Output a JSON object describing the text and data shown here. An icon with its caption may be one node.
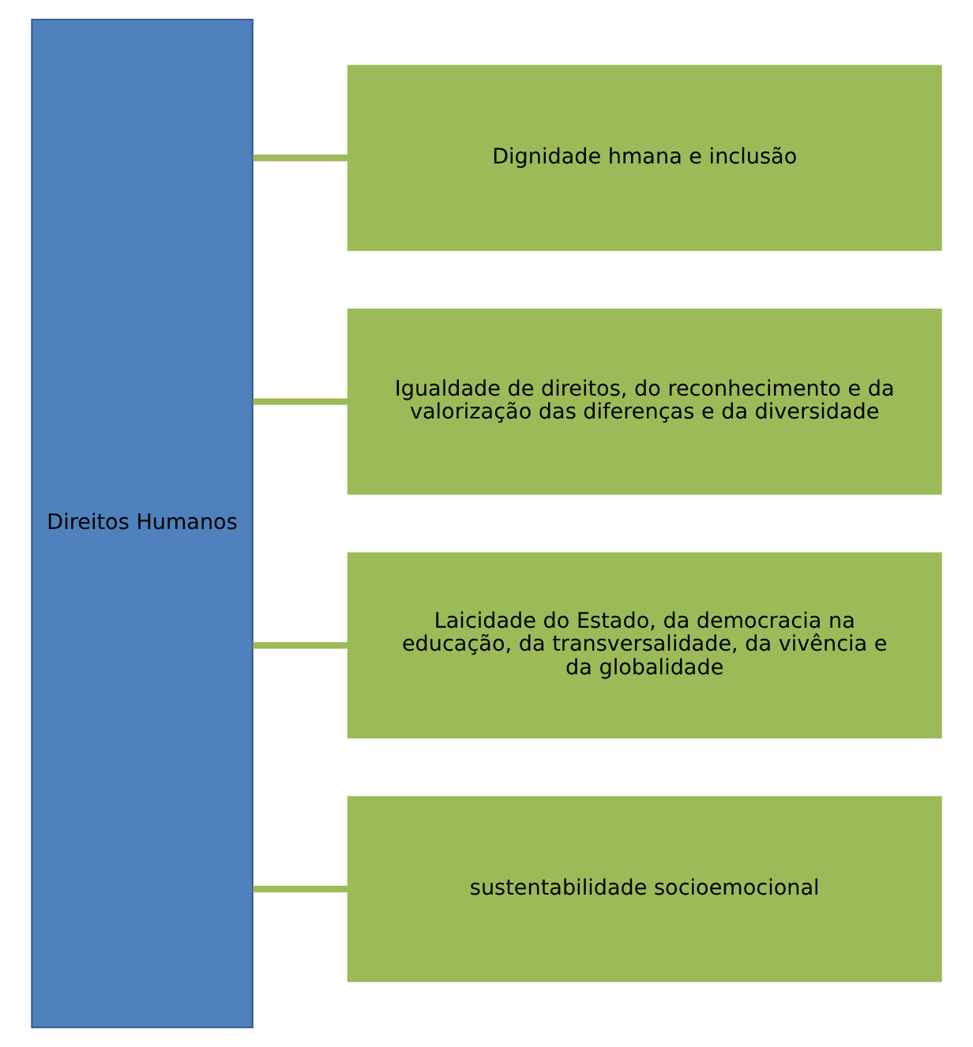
{
  "diagram": {
    "nodes": [
      {
        "text": [
          "Direitos Humanos"
        ]
      },
      {
        "text": [
          "Dignidade hmana e inclusão"
        ]
      },
      {
        "text": [
          "Igualdade de direitos, do reconhecimento e da valorização das diferenças e da diversidade"
        ]
      },
      {
        "text": [
          "Laicidade do Estado, da democracia na educação, da transversalidade, da vivência e da globalidade"
        ]
      },
      {
        "text": [
          "sustentabilidade socioemocional"
        ]
      }
    ],
    "edges": [
      {
        "from": 0,
        "to": 1,
        "arrow": "none"
      },
      {
        "from": 0,
        "to": 2,
        "arrow": "none"
      },
      {
        "from": 0,
        "to": 3,
        "arrow": "none"
      },
      {
        "from": 0,
        "to": 4,
        "arrow": "none"
      }
    ]
  }
}
